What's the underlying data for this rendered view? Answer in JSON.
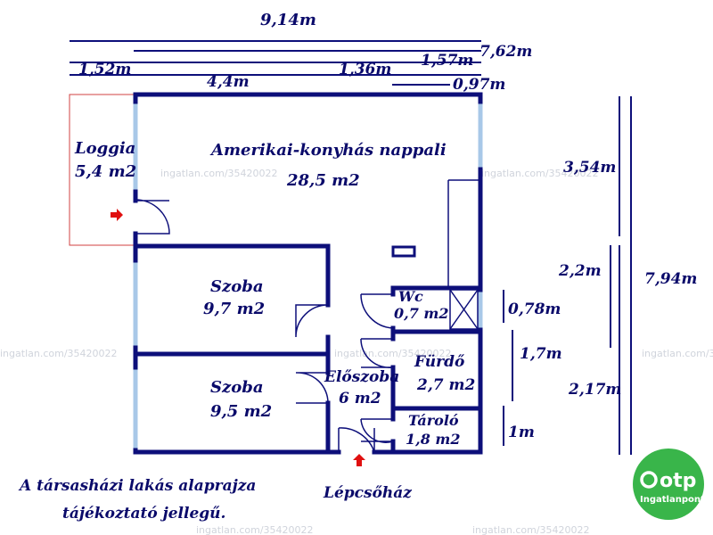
{
  "colors": {
    "wall": "#0d0f7a",
    "dimension": "#0d0f7a",
    "window": "#a8c8e8",
    "loggia_outline": "#d04040",
    "arrow": "#e01010",
    "logo_green": "#39b54a"
  },
  "dimensions": {
    "total_width": "9,14m",
    "width_762": "7,62m",
    "loggia_width": "1,52m",
    "width_44": "4,4m",
    "width_136": "1,36m",
    "width_157": "1,57m",
    "width_097": "0,97m",
    "height_354": "3,54m",
    "height_22": "2,2m",
    "total_height": "7,94m",
    "height_078": "0,78m",
    "height_17": "1,7m",
    "height_217": "2,17m",
    "height_1": "1m"
  },
  "rooms": {
    "loggia": {
      "name": "Loggia",
      "area": "5,4 m2"
    },
    "living": {
      "name": "Amerikai-konyhás nappali",
      "area": "28,5 m2"
    },
    "room1": {
      "name": "Szoba",
      "area": "9,7 m2"
    },
    "room2": {
      "name": "Szoba",
      "area": "9,5 m2"
    },
    "wc": {
      "name": "Wc",
      "area": "0,7 m2"
    },
    "bathroom": {
      "name": "Fürdő",
      "area": "2,7 m2"
    },
    "hall": {
      "name": "Előszoba",
      "area": "6 m2"
    },
    "storage": {
      "name": "Tároló",
      "area": "1,8 m2"
    }
  },
  "stairwell": "Lépcsőház",
  "note": {
    "line1": "A társasházi lakás alaprajza",
    "line2": "tájékoztató jellegű."
  },
  "watermark": "ingatlan.com/35420022",
  "logo": {
    "brand": "otp",
    "sub": "Ingatlanpont",
    "icon": "otp-logo-icon"
  }
}
